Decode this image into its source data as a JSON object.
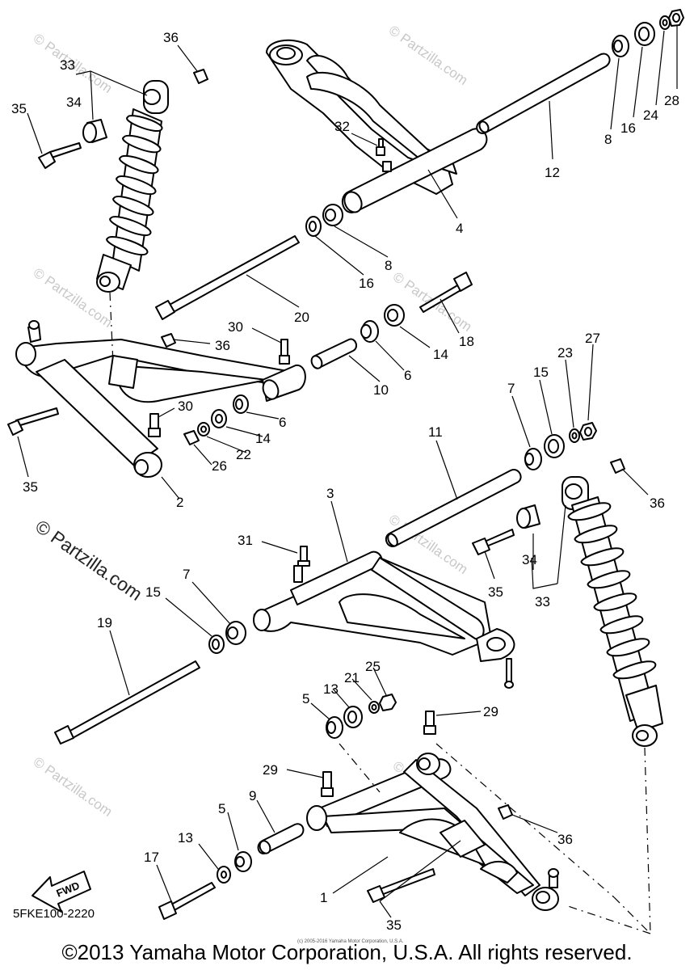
{
  "diagram": {
    "diagram_code": "5FKE100-2220",
    "copyright": "©2013 Yamaha Motor Corporation, U.S.A. All rights reserved.",
    "small_copyright": "(c) 2005-2016 Yamaha Motor Corporation, U.S.A.",
    "watermark": "© Partzilla.com",
    "watermark_big": "© Partzilla.com",
    "fwd_label": "FWD",
    "callouts": {
      "c1": "1",
      "c2": "2",
      "c3": "3",
      "c4": "4",
      "c5a": "5",
      "c5b": "5",
      "c6a": "6",
      "c6b": "6",
      "c7a": "7",
      "c7b": "7",
      "c8a": "8",
      "c8b": "8",
      "c9": "9",
      "c10": "10",
      "c11": "11",
      "c12": "12",
      "c13a": "13",
      "c13b": "13",
      "c14a": "14",
      "c14b": "14",
      "c15a": "15",
      "c15b": "15",
      "c16a": "16",
      "c16b": "16",
      "c17": "17",
      "c18": "18",
      "c19": "19",
      "c20": "20",
      "c21": "21",
      "c22": "22",
      "c23": "23",
      "c24": "24",
      "c25": "25",
      "c26": "26",
      "c27": "27",
      "c28": "28",
      "c29a": "29",
      "c29b": "29",
      "c30a": "30",
      "c30b": "30",
      "c31": "31",
      "c32": "32",
      "c33a": "33",
      "c33b": "33",
      "c34a": "34",
      "c34b": "34",
      "c35a": "35",
      "c35b": "35",
      "c35c": "35",
      "c35d": "35",
      "c36a": "36",
      "c36b": "36",
      "c36c": "36",
      "c36d": "36"
    }
  }
}
